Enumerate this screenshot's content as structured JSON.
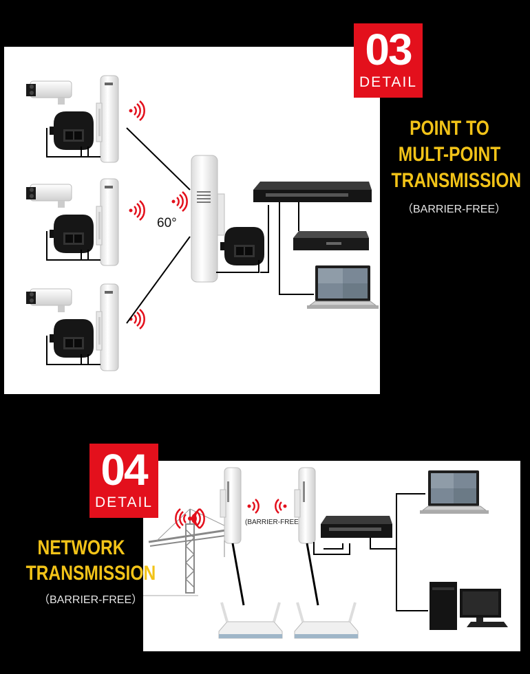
{
  "section3": {
    "badge_number": "03",
    "badge_label": "DETAIL",
    "title_lines": [
      "POINT TO",
      "MULT-POINT",
      "TRANSMISSION"
    ],
    "subtitle": "（BARRIER-FREE）",
    "angle_label": "60°"
  },
  "section4": {
    "badge_number": "04",
    "badge_label": "DETAIL",
    "title_lines": [
      "NETWORK",
      "TRANSMISSION"
    ],
    "subtitle": "（BARRIER-FREE）",
    "link_label": "(BARRIER-FREE)"
  },
  "colors": {
    "badge": "#e3101c",
    "heading": "#f2c318",
    "signal": "#e3101c"
  },
  "icons": [
    "ip-camera-icon",
    "poe-injector-icon",
    "outdoor-cpe-icon",
    "wifi-signal-icon",
    "network-switch-icon",
    "nvr-icon",
    "laptop-icon",
    "tower-crane-icon",
    "wireless-router-icon",
    "desktop-computer-icon"
  ]
}
